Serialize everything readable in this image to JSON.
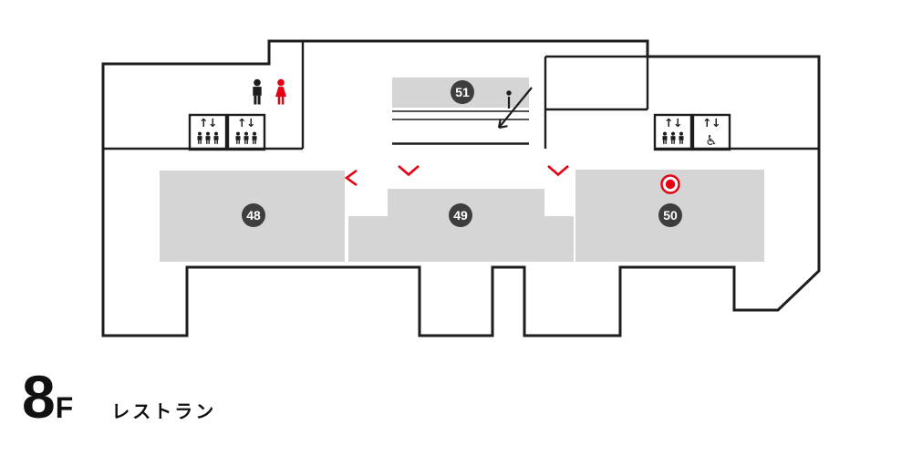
{
  "floor": {
    "number": "8",
    "suffix": "F",
    "name": "レストラン"
  },
  "areas": {
    "a48": {
      "label": "48"
    },
    "a49": {
      "label": "49"
    },
    "a50": {
      "label": "50"
    },
    "a51": {
      "label": "51"
    }
  },
  "elevators": {
    "arrows": "↑↓",
    "wheelchair_glyph": "♿"
  },
  "colors": {
    "accent_red": "#e60012",
    "area_gray": "#d5d5d5",
    "wall_black": "#1d1d1d",
    "badge_gray": "#3e3e3e"
  }
}
